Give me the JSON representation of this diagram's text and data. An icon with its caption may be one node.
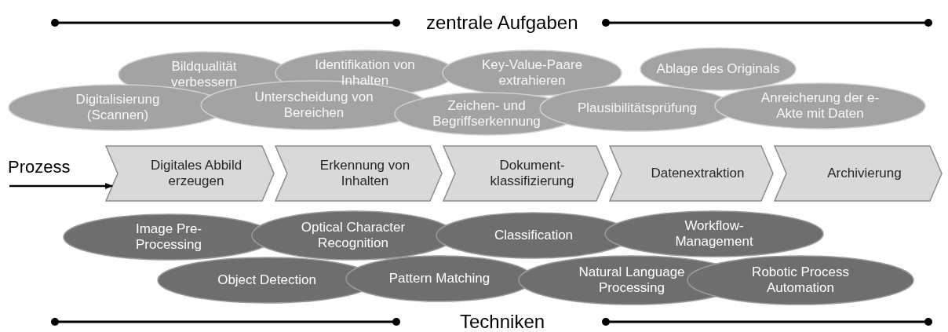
{
  "diagram": {
    "nodes": [
      {
        "text": [
          "Bildqualität verbessern"
        ]
      },
      {
        "text": [
          "Identifikation von Inhalten"
        ]
      },
      {
        "text": [
          "Key-Value-Paare extrahieren"
        ]
      },
      {
        "text": [
          "Ablage des Originals"
        ]
      },
      {
        "text": [
          "Digitalisierung (Scannen)"
        ]
      },
      {
        "text": [
          "Unterscheidung von Bereichen"
        ]
      },
      {
        "text": [
          "Zeichen- und Begriffserkennung"
        ]
      },
      {
        "text": [
          "Plausibilitätsprüfung"
        ]
      },
      {
        "text": [
          "Anreicherung der e-Akte mit Daten"
        ]
      },
      {
        "text": [
          "Digitales Abbild erzeugen"
        ]
      },
      {
        "text": [
          "Erkennung von Inhalten"
        ]
      },
      {
        "text": [
          "Dokument-klassifizierung"
        ]
      },
      {
        "text": [
          "Datenextraktion"
        ]
      },
      {
        "text": [
          "Archivierung"
        ]
      },
      {
        "text": [
          "Image Pre-Processing"
        ]
      },
      {
        "text": [
          "Optical Character Recognition"
        ]
      },
      {
        "text": [
          "Classification"
        ]
      },
      {
        "text": [
          "Workflow-Management"
        ]
      },
      {
        "text": [
          "Object Detection"
        ]
      },
      {
        "text": [
          "Pattern Matching"
        ]
      },
      {
        "text": [
          "Natural Language Processing"
        ]
      },
      {
        "text": [
          "Robotic Process Automation"
        ]
      }
    ],
    "edges": [
      {
        "from": null,
        "to": 9,
        "arrow": "to"
      }
    ],
    "labels": [
      "zentrale Aufgaben",
      "Prozess",
      "Techniken"
    ]
  }
}
